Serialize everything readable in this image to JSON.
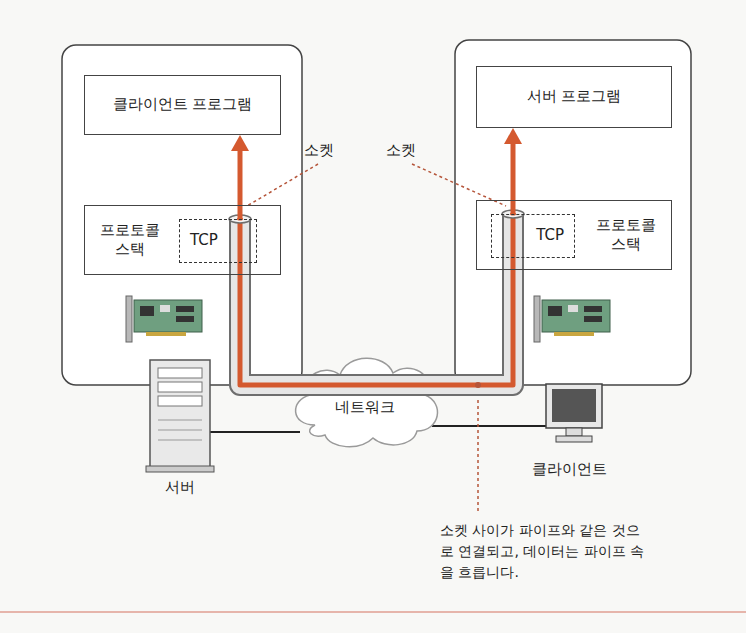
{
  "diagram": {
    "nodes": [
      {
        "text": [
          "클라이언트 프로그램"
        ]
      },
      {
        "text": [
          "프로토콜 스택"
        ]
      },
      {
        "text": [
          "TCP"
        ],
        "in": 1
      },
      {
        "text": [
          "서버 프로그램"
        ]
      },
      {
        "text": [
          "프로토콜 스택"
        ]
      },
      {
        "text": [
          "TCP"
        ],
        "in": 4
      },
      {
        "text": [
          "네트워크"
        ]
      }
    ],
    "edges": [
      {
        "from": 2,
        "to": 5,
        "arrow": "none"
      },
      {
        "from": 2,
        "to": 0,
        "arrow": "to"
      },
      {
        "from": 5,
        "to": 3,
        "arrow": "to"
      }
    ],
    "labels": [
      "소켓",
      "소켓",
      "서버",
      "클라이언트",
      "소켓 사이가 파이프와 같은 것으로 연결되고, 데이터는 파이프 속을 흐릅니다."
    ]
  }
}
